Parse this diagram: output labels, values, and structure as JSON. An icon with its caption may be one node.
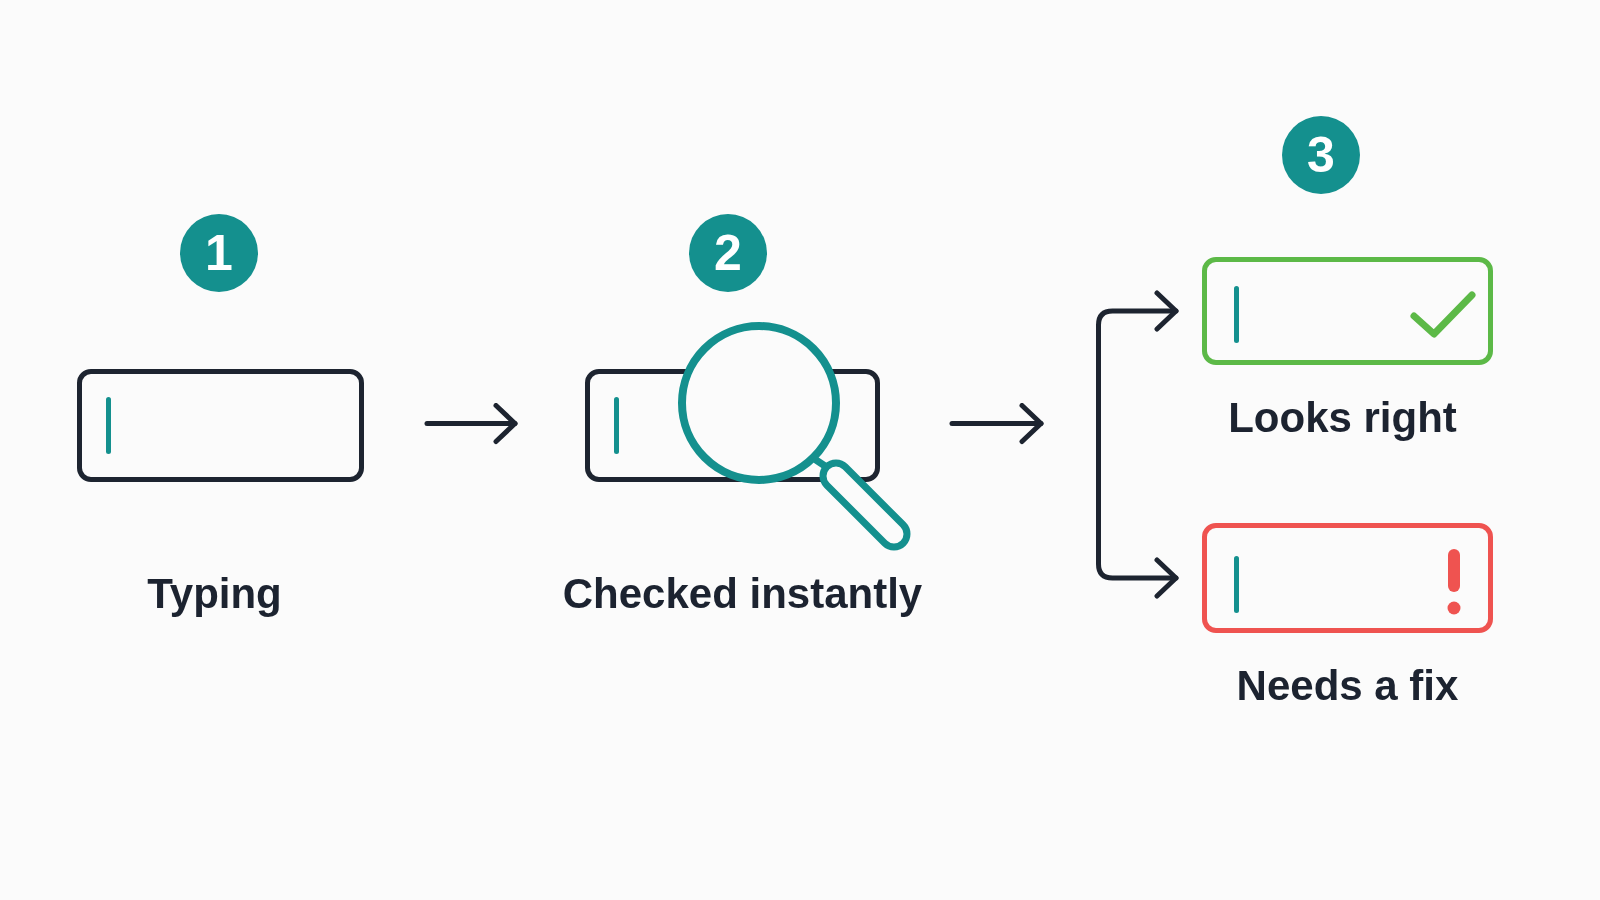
{
  "diagram": {
    "nodes": [
      {
        "text": [
          "1"
        ]
      },
      {
        "text": [
          "Typing"
        ]
      },
      {
        "text": [
          "2"
        ]
      },
      {
        "text": [
          "Checked instantly"
        ]
      },
      {
        "text": [],
        "shape": "bar"
      },
      {
        "text": [
          "3"
        ]
      },
      {
        "text": [
          "Looks right"
        ]
      },
      {
        "text": [
          "Needs a fix"
        ]
      }
    ],
    "edges": [
      {
        "from": 1,
        "to": 3,
        "arrow": "to"
      },
      {
        "from": 3,
        "to": 4,
        "arrow": "to"
      },
      {
        "from": 4,
        "to": 6,
        "arrow": "to"
      },
      {
        "from": 4,
        "to": 7,
        "arrow": "to"
      }
    ]
  }
}
